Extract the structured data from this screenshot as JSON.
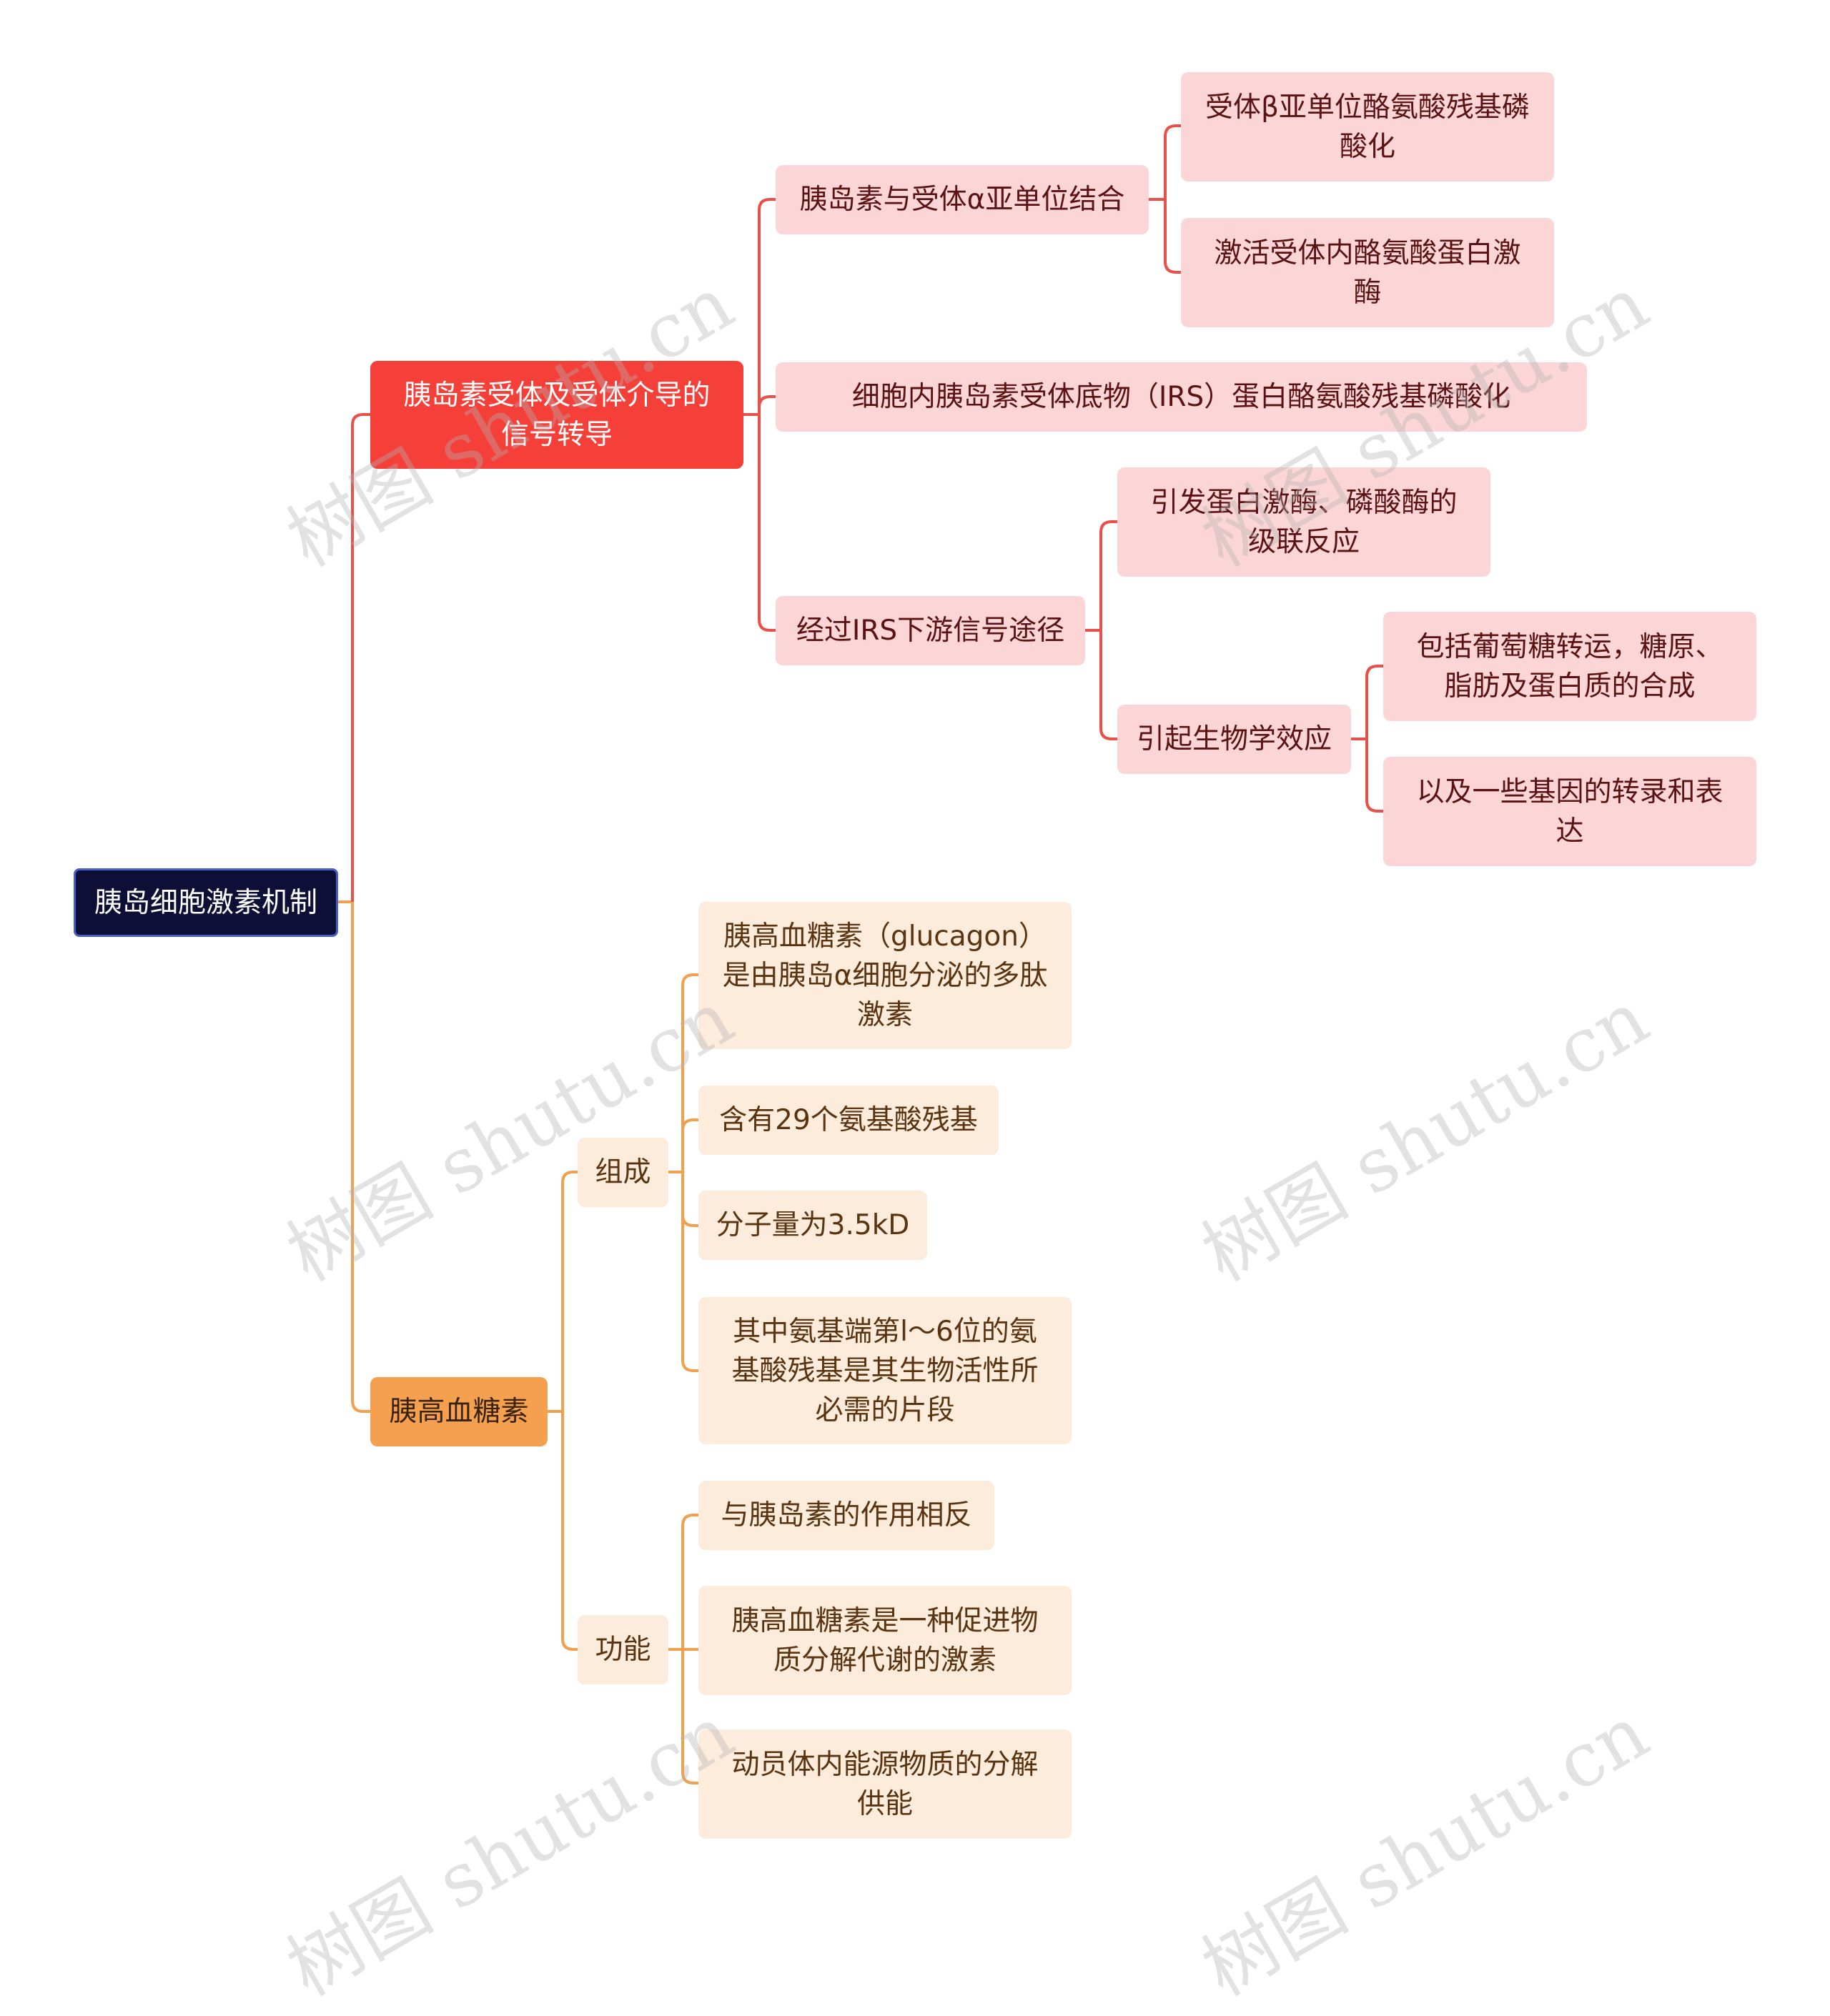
{
  "root": "胰岛细胞激素机制",
  "branch_insulin": {
    "label": "胰岛素受体及受体介导的\n信号转导",
    "binding": "胰岛素与受体α亚单位结合",
    "binding_children": [
      "受体β亚单位酪氨酸残基磷\n酸化",
      "激活受体内酪氨酸蛋白激\n酶"
    ],
    "irs": "细胞内胰岛素受体底物（IRS）蛋白酪氨酸残基磷酸化",
    "downstream": "经过IRS下游信号途径",
    "cascade": "引发蛋白激酶、磷酸酶的\n级联反应",
    "bio_effect": "引起生物学效应",
    "bio_effect_children": [
      "包括葡萄糖转运，糖原、\n脂肪及蛋白质的合成",
      "以及一些基因的转录和表\n达"
    ]
  },
  "branch_glucagon": {
    "label": "胰高血糖素",
    "composition": "组成",
    "composition_children": [
      "胰高血糖素（glucagon）\n是由胰岛α细胞分泌的多肽\n激素",
      "含有29个氨基酸残基",
      "分子量为3.5kD",
      "其中氨基端第l～6位的氨\n基酸残基是其生物活性所\n必需的片段"
    ],
    "function": "功能",
    "function_children": [
      "与胰岛素的作用相反",
      "胰高血糖素是一种促进物\n质分解代谢的激素",
      "动员体内能源物质的分解\n供能"
    ]
  },
  "watermark": "树图 shutu.cn",
  "colors": {
    "root_bg": "#0d0f36",
    "red_accent": "#f5403a",
    "orange_accent": "#f5a04f",
    "red_line": "#e8504a",
    "orange_line": "#f0a04e"
  }
}
